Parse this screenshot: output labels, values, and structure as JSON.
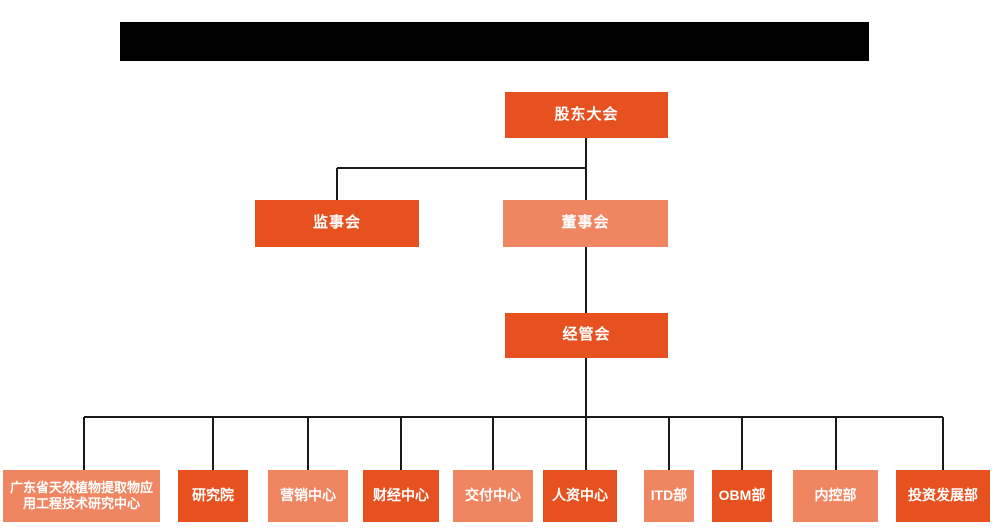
{
  "page": {
    "background": "#FFFFFF"
  },
  "colors": {
    "primary_orange": "#E75120",
    "light_orange": "#EF8661",
    "connector_line": "#1A1A1A",
    "node_text": "#FFFFFF",
    "redaction_bar": "#000000"
  },
  "header": {
    "redacted_title_bar": {
      "redacted": true,
      "text": ""
    }
  },
  "org_chart": {
    "type": "organization-chart",
    "shareholders": {
      "label": "股东大会",
      "variant": "primary"
    },
    "supervisory": {
      "label": "监事会",
      "variant": "primary"
    },
    "board": {
      "label": "董事会",
      "variant": "light"
    },
    "management": {
      "label": "经管会",
      "variant": "primary"
    },
    "departments": [
      {
        "label": "广东省天然植物提取物应用工程技术研究中心",
        "variant": "light"
      },
      {
        "label": "研究院",
        "variant": "primary"
      },
      {
        "label": "营销中心",
        "variant": "light"
      },
      {
        "label": "财经中心",
        "variant": "primary"
      },
      {
        "label": "交付中心",
        "variant": "light"
      },
      {
        "label": "人资中心",
        "variant": "primary"
      },
      {
        "label": "ITD部",
        "variant": "light"
      },
      {
        "label": "OBM部",
        "variant": "primary"
      },
      {
        "label": "内控部",
        "variant": "light"
      },
      {
        "label": "投资发展部",
        "variant": "primary"
      }
    ],
    "edges": [
      "股东大会->监事会",
      "股东大会->董事会",
      "董事会->经管会",
      "经管会->广东省天然植物提取物应用工程技术研究中心",
      "经管会->研究院",
      "经管会->营销中心",
      "经管会->财经中心",
      "经管会->交付中心",
      "经管会->人资中心",
      "经管会->ITD部",
      "经管会->OBM部",
      "经管会->内控部",
      "经管会->投资发展部"
    ]
  }
}
